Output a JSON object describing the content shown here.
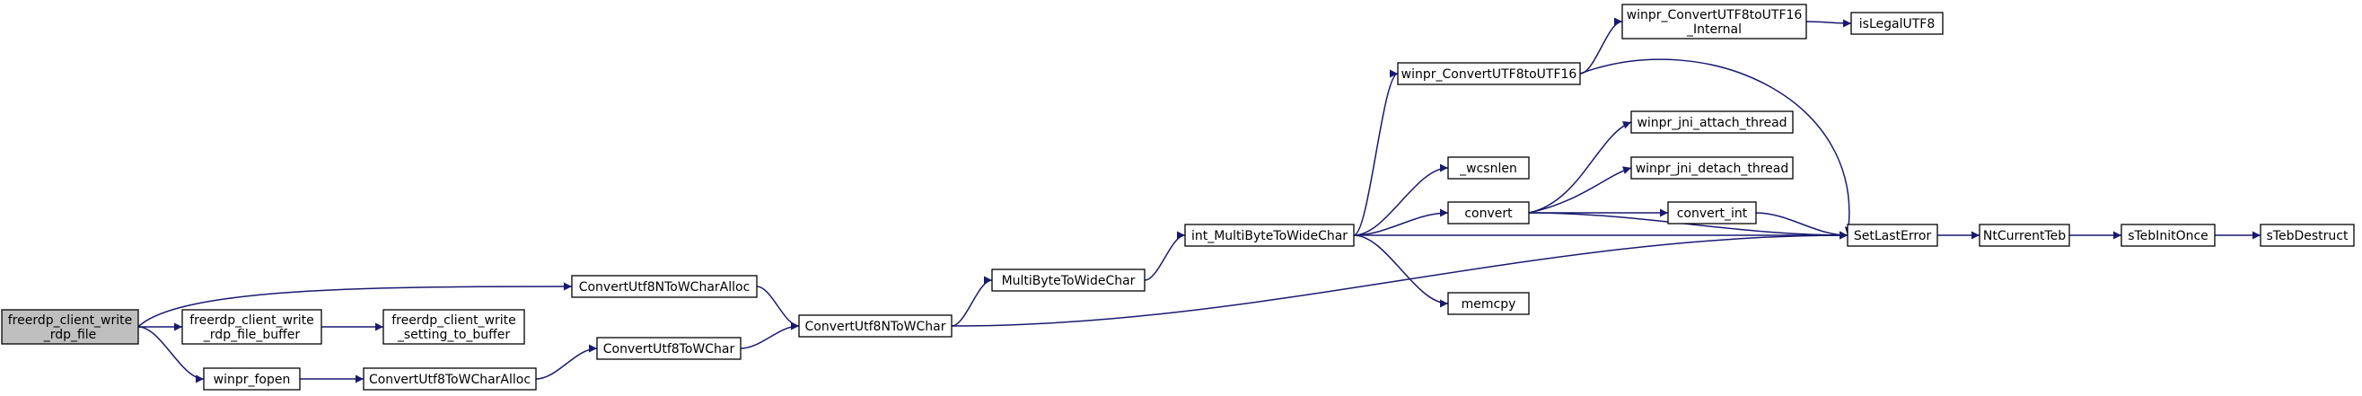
{
  "diagram": {
    "type": "call-graph",
    "edge_color": "#191970",
    "root_fill": "#bfbfbf",
    "node_fill": "#ffffff",
    "nodes": [
      {
        "id": "root",
        "lines": [
          "freerdp_client_write",
          "_rdp_file"
        ],
        "root": true
      },
      {
        "id": "cu8ncwa",
        "lines": [
          "ConvertUtf8NToWCharAlloc"
        ]
      },
      {
        "id": "fcwrfb",
        "lines": [
          "freerdp_client_write",
          "_rdp_file_buffer"
        ]
      },
      {
        "id": "fcwstb",
        "lines": [
          "freerdp_client_write",
          "_setting_to_buffer"
        ]
      },
      {
        "id": "wfopen",
        "lines": [
          "winpr_fopen"
        ]
      },
      {
        "id": "cu8wca",
        "lines": [
          "ConvertUtf8ToWCharAlloc"
        ]
      },
      {
        "id": "cu8wc",
        "lines": [
          "ConvertUtf8ToWChar"
        ]
      },
      {
        "id": "cu8nwc",
        "lines": [
          "ConvertUtf8NToWChar"
        ]
      },
      {
        "id": "mbtwc",
        "lines": [
          "MultiByteToWideChar"
        ]
      },
      {
        "id": "imbtwc",
        "lines": [
          "int_MultiByteToWideChar"
        ]
      },
      {
        "id": "wcu8u16",
        "lines": [
          "winpr_ConvertUTF8toUTF16"
        ]
      },
      {
        "id": "wcu8u16i",
        "lines": [
          "winpr_ConvertUTF8toUTF16",
          "_Internal"
        ]
      },
      {
        "id": "islegal",
        "lines": [
          "isLegalUTF8"
        ]
      },
      {
        "id": "wcsnlen",
        "lines": [
          "_wcsnlen"
        ]
      },
      {
        "id": "convert",
        "lines": [
          "convert"
        ]
      },
      {
        "id": "attach",
        "lines": [
          "winpr_jni_attach_thread"
        ]
      },
      {
        "id": "detach",
        "lines": [
          "winpr_jni_detach_thread"
        ]
      },
      {
        "id": "convint",
        "lines": [
          "convert_int"
        ]
      },
      {
        "id": "memcpy",
        "lines": [
          "memcpy"
        ]
      },
      {
        "id": "setlast",
        "lines": [
          "SetLastError"
        ]
      },
      {
        "id": "ntteb",
        "lines": [
          "NtCurrentTeb"
        ]
      },
      {
        "id": "stebinit",
        "lines": [
          "sTebInitOnce"
        ]
      },
      {
        "id": "stebdes",
        "lines": [
          "sTebDestruct"
        ]
      }
    ],
    "edges": [
      [
        "root",
        "cu8ncwa"
      ],
      [
        "root",
        "fcwrfb"
      ],
      [
        "root",
        "wfopen"
      ],
      [
        "fcwrfb",
        "fcwstb"
      ],
      [
        "wfopen",
        "cu8wca"
      ],
      [
        "cu8wca",
        "cu8wc"
      ],
      [
        "cu8wc",
        "cu8nwc"
      ],
      [
        "cu8ncwa",
        "cu8nwc"
      ],
      [
        "cu8nwc",
        "mbtwc"
      ],
      [
        "cu8nwc",
        "setlast"
      ],
      [
        "mbtwc",
        "imbtwc"
      ],
      [
        "imbtwc",
        "wcu8u16"
      ],
      [
        "imbtwc",
        "wcsnlen"
      ],
      [
        "imbtwc",
        "convert"
      ],
      [
        "imbtwc",
        "setlast"
      ],
      [
        "imbtwc",
        "memcpy"
      ],
      [
        "wcu8u16",
        "wcu8u16i"
      ],
      [
        "wcu8u16",
        "setlast"
      ],
      [
        "wcu8u16i",
        "islegal"
      ],
      [
        "convert",
        "attach"
      ],
      [
        "convert",
        "detach"
      ],
      [
        "convert",
        "convint"
      ],
      [
        "convert",
        "setlast"
      ],
      [
        "convint",
        "setlast"
      ],
      [
        "setlast",
        "ntteb"
      ],
      [
        "ntteb",
        "stebinit"
      ],
      [
        "stebinit",
        "stebdes"
      ]
    ]
  }
}
